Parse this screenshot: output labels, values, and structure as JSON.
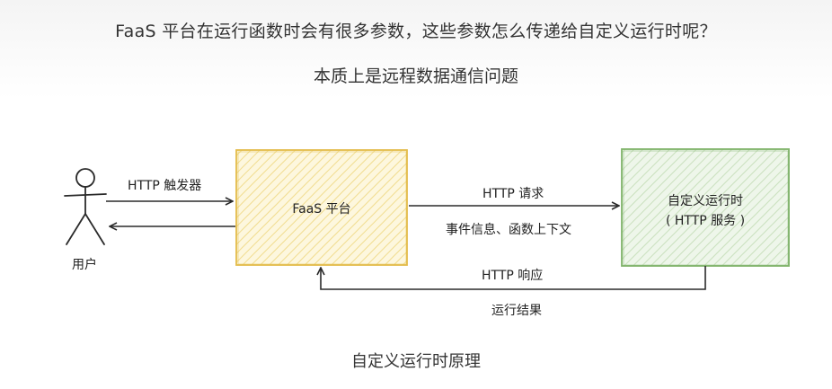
{
  "title": "FaaS 平台在运行函数时会有很多参数，这些参数怎么传递给自定义运行时呢？",
  "subtitle": "本质上是远程数据通信问题",
  "caption": "自定义运行时原理",
  "nodes": {
    "user": {
      "label": "用户"
    },
    "platform": {
      "label": "FaaS 平台",
      "fill_color": "#f7e7a6",
      "border_color": "#e3bc4a"
    },
    "runtime": {
      "line1": "自定义运行时",
      "line2": "( HTTP 服务 )",
      "fill_color": "#cfe5c4",
      "border_color": "#7fb36a"
    }
  },
  "edges": {
    "trigger": {
      "label": "HTTP 触发器"
    },
    "request": {
      "label": "HTTP 请求",
      "sublabel": "事件信息、函数上下文"
    },
    "response": {
      "label": "HTTP 响应",
      "sublabel": "运行结果"
    }
  },
  "colors": {
    "line": "#2a2a2a",
    "text": "#333333"
  }
}
